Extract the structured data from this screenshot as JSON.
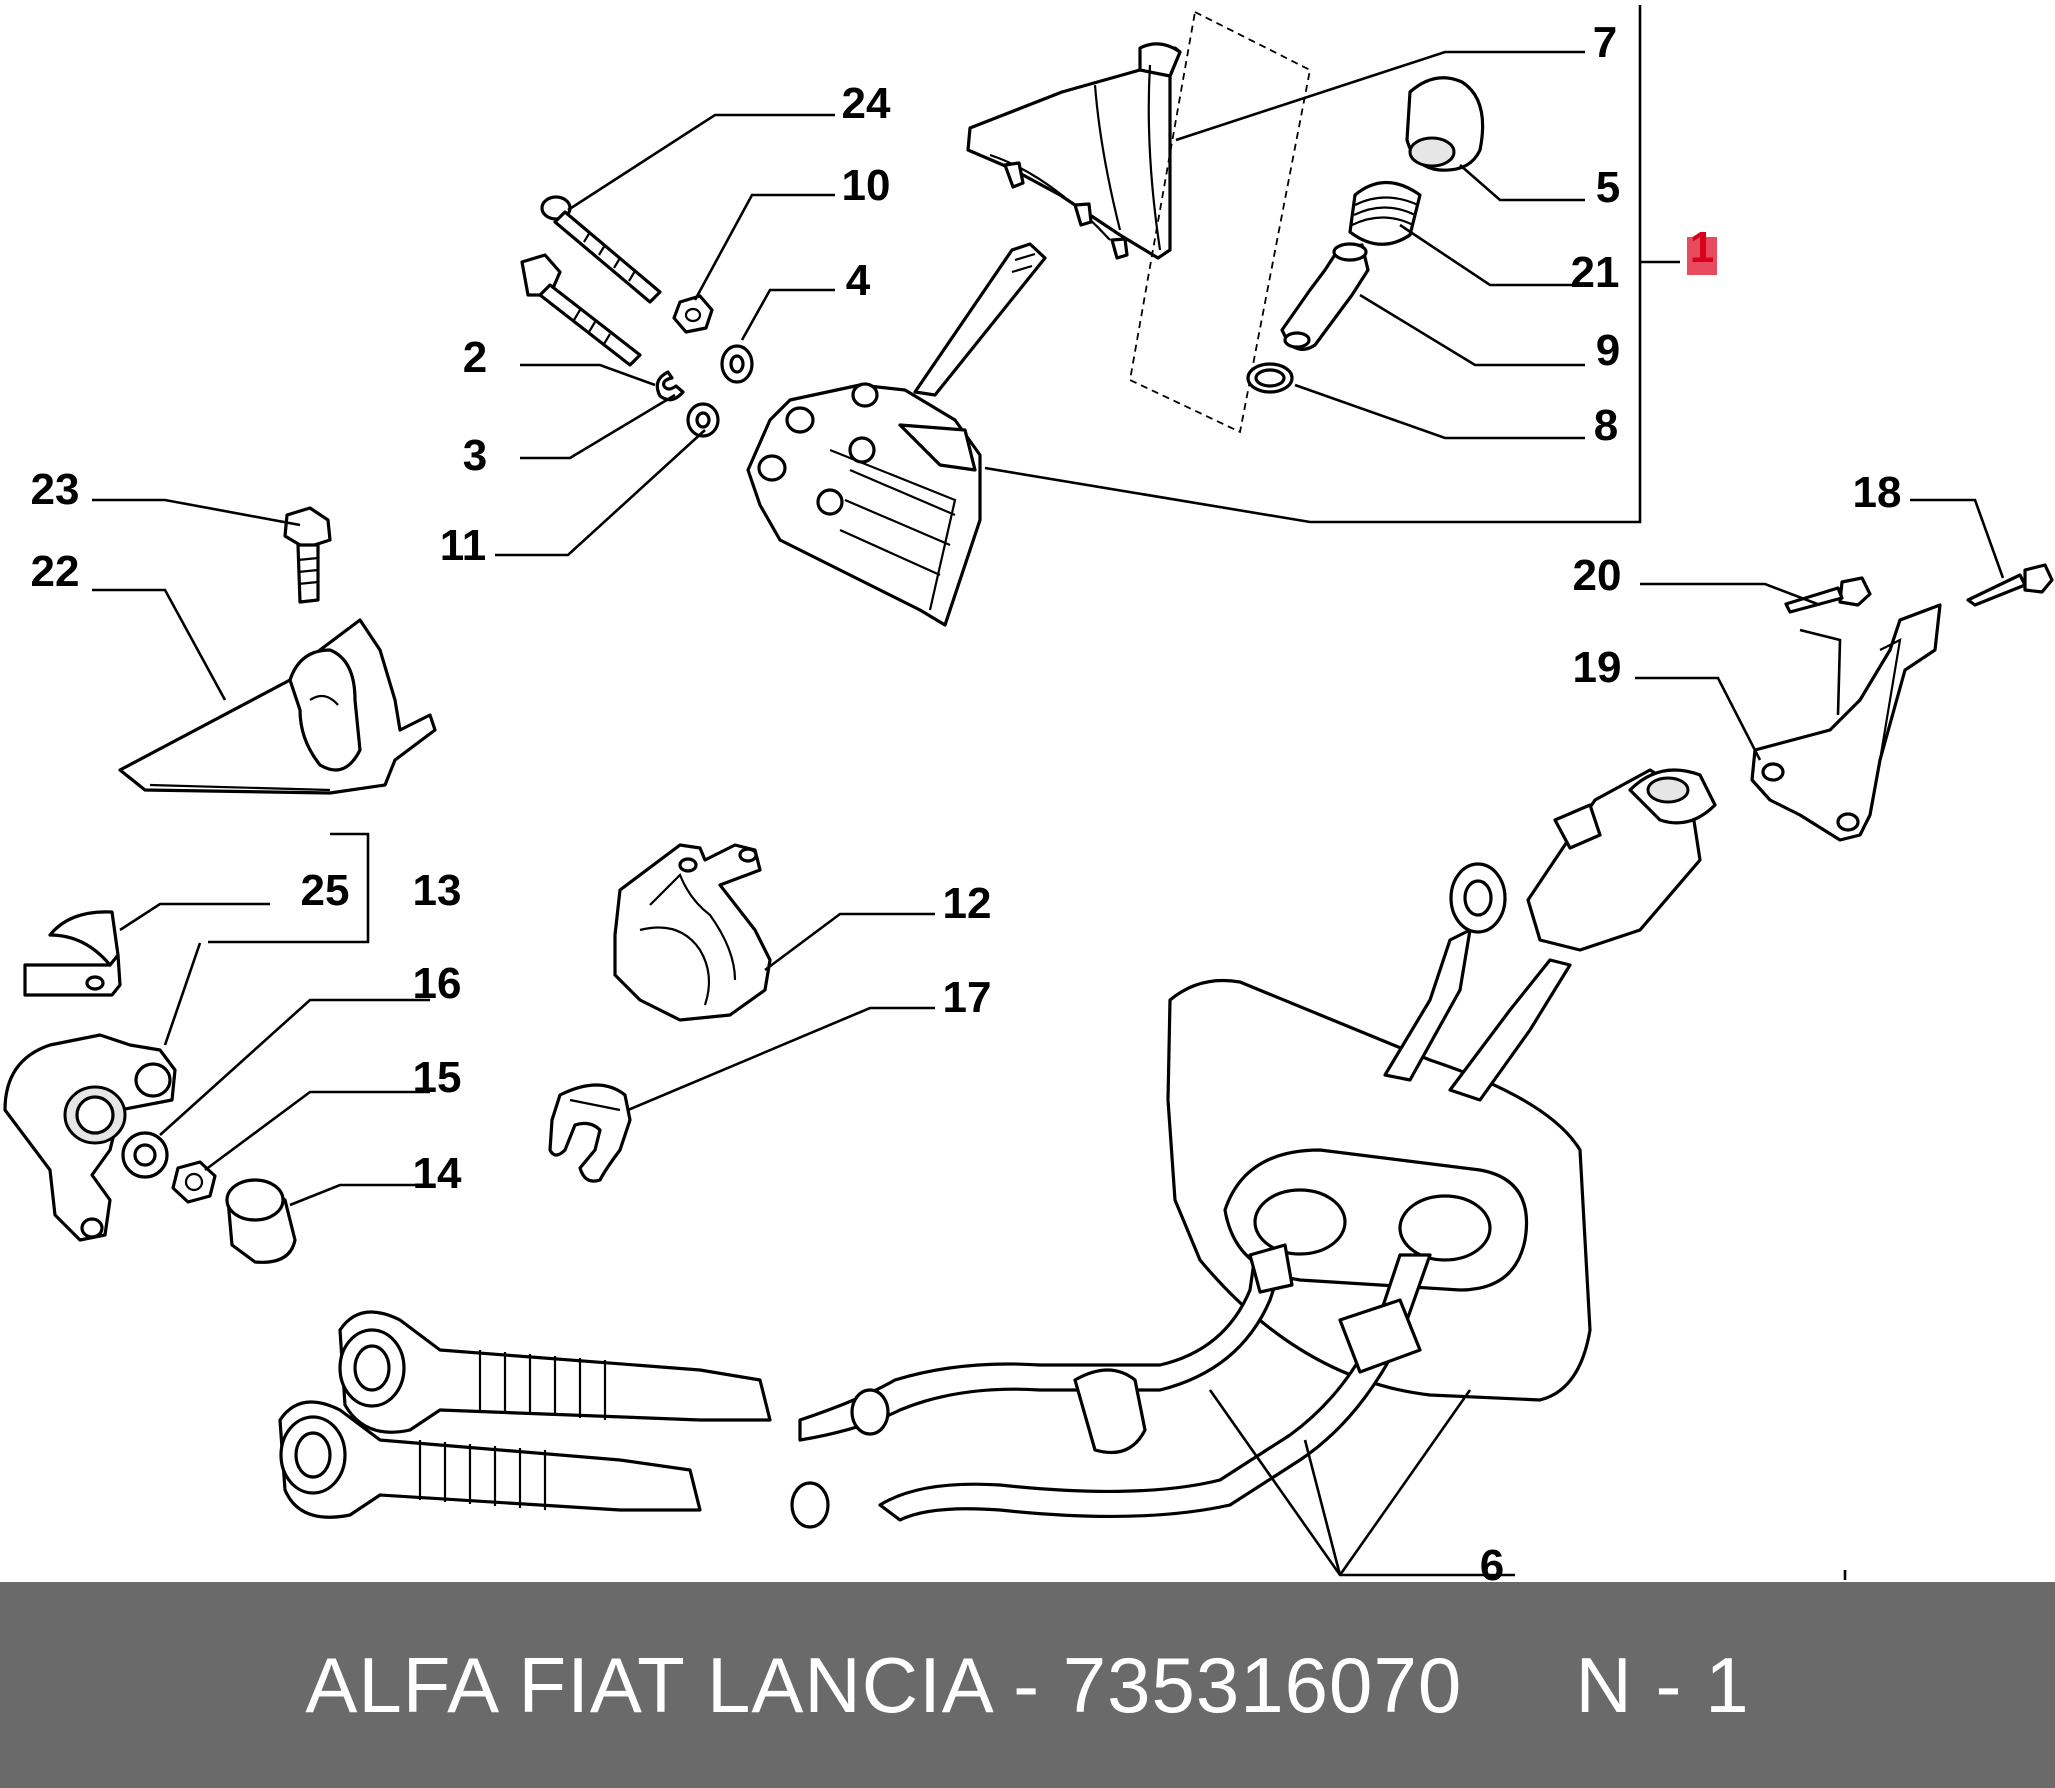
{
  "diagram": {
    "callouts": {
      "c1": "1",
      "c2": "2",
      "c3": "3",
      "c4": "4",
      "c5": "5",
      "c6": "6",
      "c7": "7",
      "c8": "8",
      "c9": "9",
      "c10": "10",
      "c11": "11",
      "c12": "12",
      "c13": "13",
      "c14": "14",
      "c15": "15",
      "c16": "16",
      "c17": "17",
      "c18": "18",
      "c19": "19",
      "c20": "20",
      "c21": "21",
      "c22": "22",
      "c23": "23",
      "c24": "24",
      "c25": "25"
    },
    "highlight_color": "#d9001b"
  },
  "footer": {
    "caption": "ALFA FIAT LANCIA - 735316070     N - 1",
    "background": "#6a6a6a"
  }
}
